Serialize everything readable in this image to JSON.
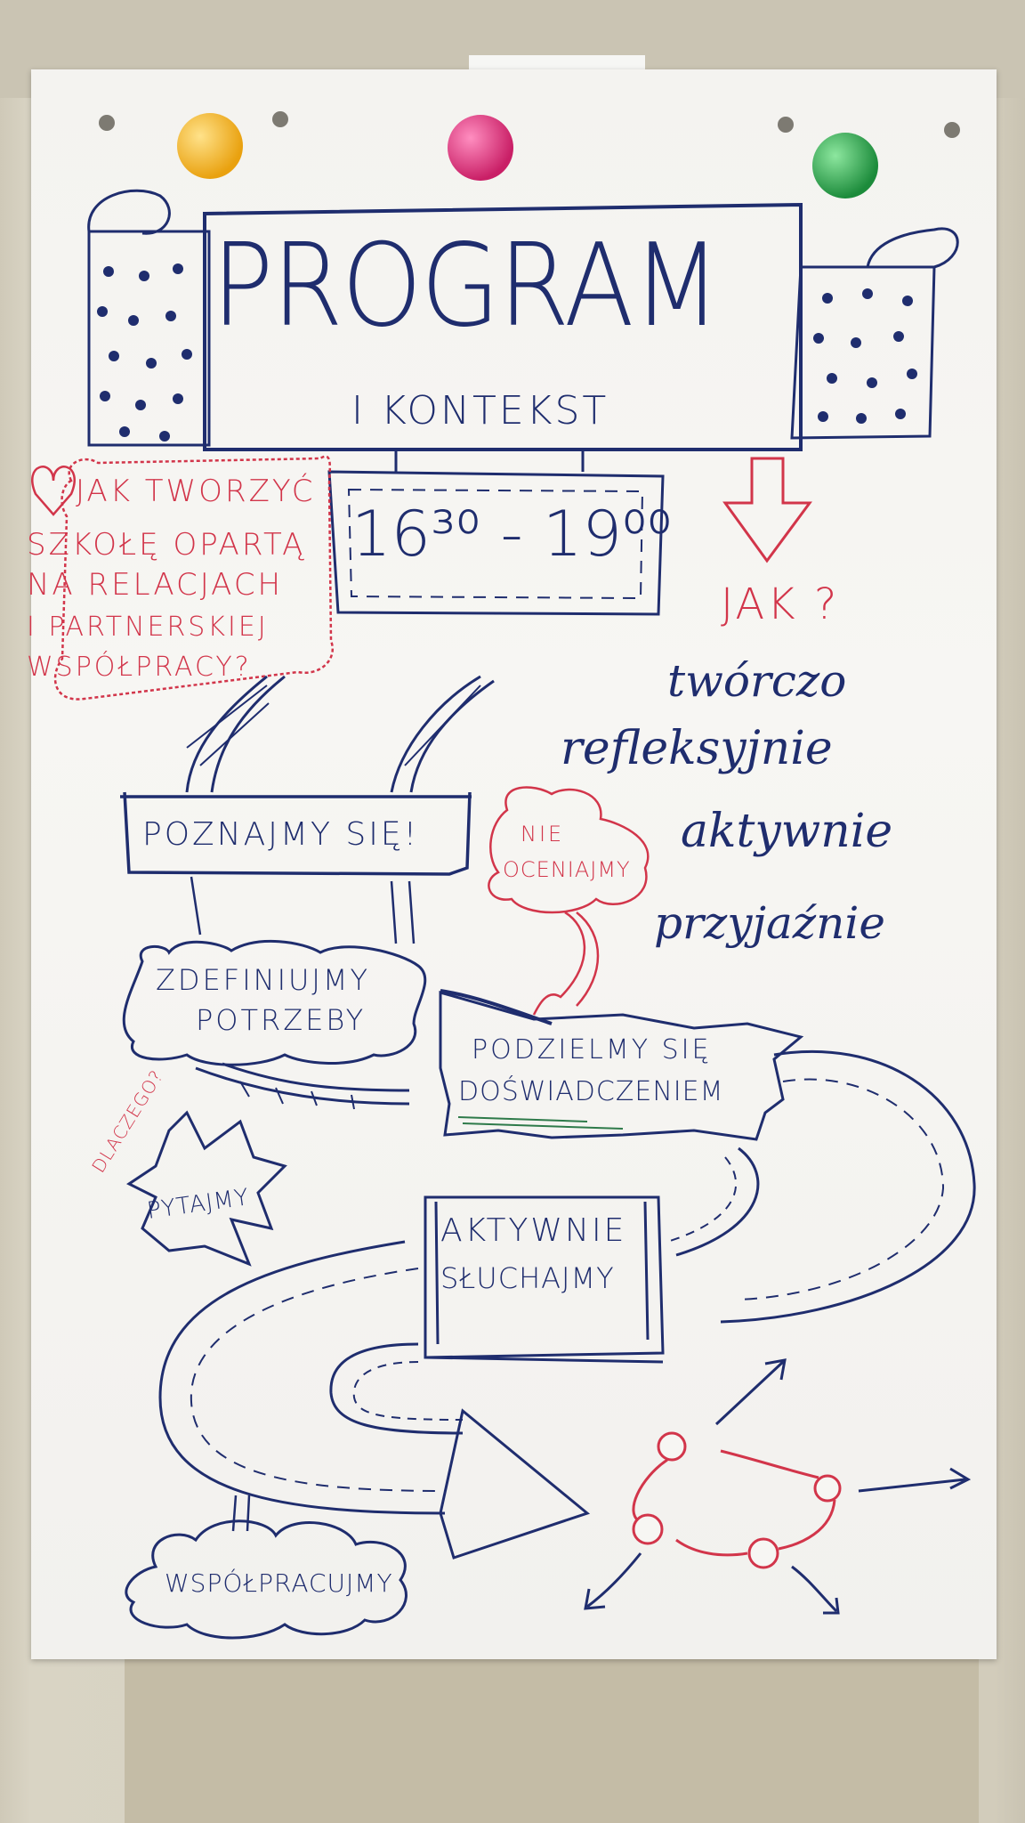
{
  "title": "PROGRAM",
  "subtitle": "I KONTEKST",
  "time": "16³⁰ - 19⁰⁰",
  "question": {
    "line1": "JAK TWORZYĆ",
    "line2": "SZKOŁĘ OPARTĄ",
    "line3": "NA RELACJACH",
    "line4": "I PARTNERSKIEJ",
    "line5": "WSPÓŁPRACY?"
  },
  "how": {
    "label": "JAK ?",
    "items": [
      "twórczo",
      "refleksyjnie",
      "aktywnie",
      "przyjaźnie"
    ]
  },
  "steps": {
    "meet": "POZNAJMY SIĘ!",
    "needs_1": "ZDEFINIUJMY",
    "needs_2": "POTRZEBY",
    "no_judge_1": "NIE",
    "no_judge_2": "OCENIAJMY",
    "share_1": "PODZIELMY SIĘ",
    "share_2": "DOŚWIADCZENIEM",
    "why": "DLACZEGO?",
    "ask": "PYTAJMY",
    "listen_1": "AKTYWNIE",
    "listen_2": "SŁUCHAJMY",
    "cooperate": "WSPÓŁPRACUJMY"
  },
  "colors": {
    "ink_blue": "#1f2d6e",
    "ink_red": "#d2354a",
    "ink_green": "#2e7a4a",
    "magnet_yellow": "#f2b019",
    "magnet_pink": "#e0307a",
    "magnet_green": "#27a24a"
  }
}
